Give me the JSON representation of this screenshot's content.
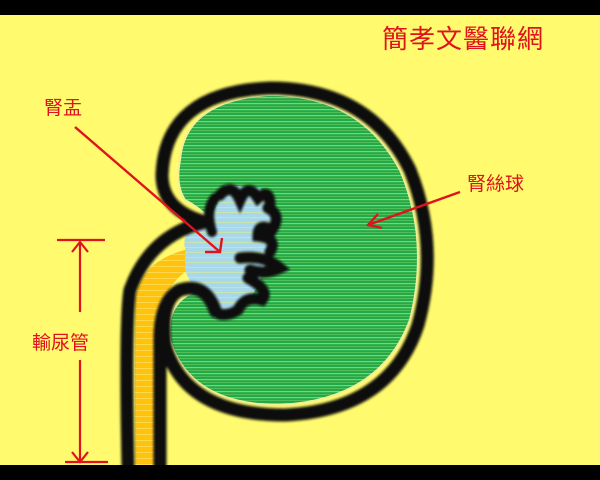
{
  "title": "簡孝文醫聯網",
  "labels": {
    "renal_pelvis": "腎盂",
    "glomerulus": "腎絲球",
    "ureter": "輸尿管"
  },
  "colors": {
    "background": "#fffa6e",
    "border": "#000000",
    "label_text": "#e0121c",
    "arrow": "#e0121c",
    "kidney_fill": "#22aa4a",
    "kidney_stripe": "#7fd36a",
    "pelvis_fill": "#a8d8ea",
    "ureter_fill": "#ffc20e",
    "outline": "#0a0a0a"
  }
}
